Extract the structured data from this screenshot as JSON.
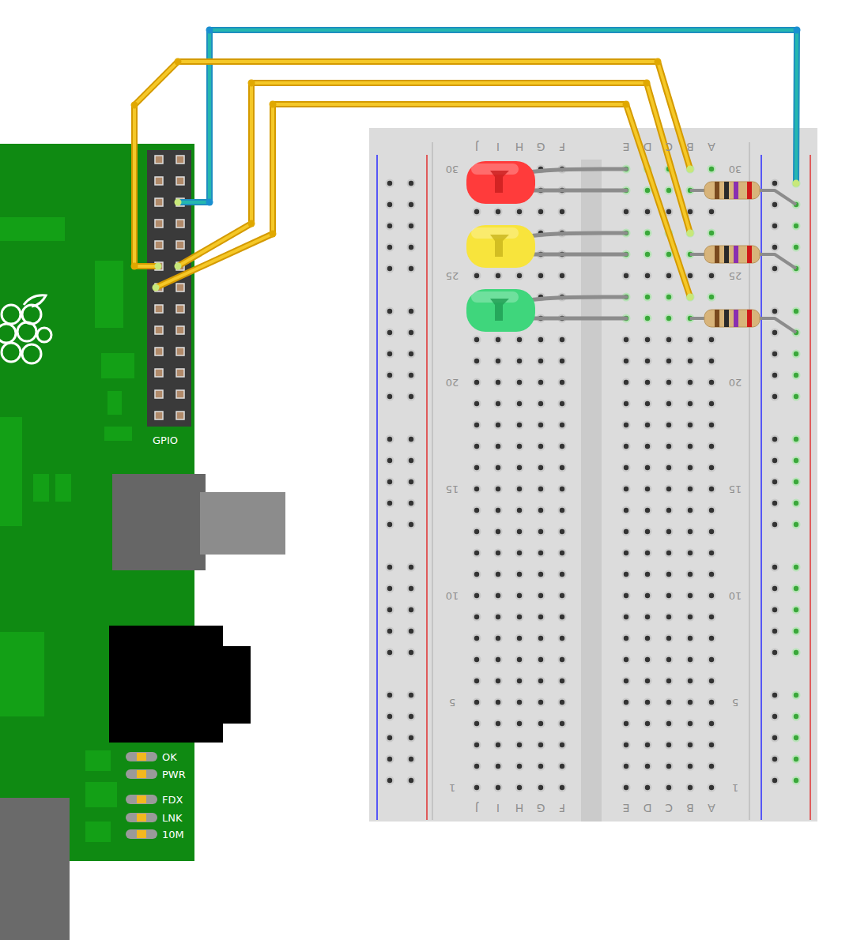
{
  "diagram": {
    "labels": [
      "J",
      "I",
      "H",
      "G",
      "F",
      "E",
      "D",
      "C",
      "B",
      "A",
      "30",
      "25",
      "20",
      "15",
      "10",
      "5",
      "1",
      "30",
      "25",
      "20",
      "15",
      "10",
      "5",
      "1",
      "J",
      "I",
      "H",
      "G",
      "F",
      "E",
      "D",
      "C",
      "B",
      "A",
      "GPIO",
      "OK",
      "PWR",
      "FDX",
      "LNK",
      "10M"
    ]
  }
}
